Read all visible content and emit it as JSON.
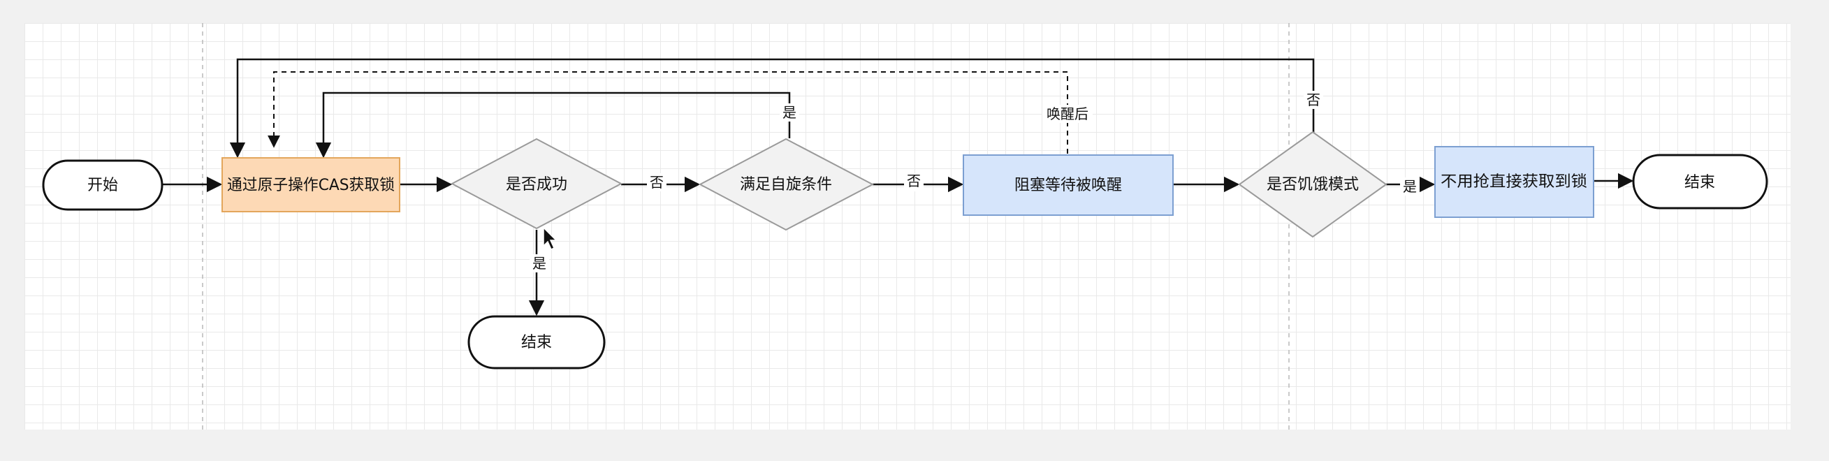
{
  "nodes": {
    "start": "开始",
    "cas": "通过原子操作CAS获取锁",
    "success": "是否成功",
    "end_mid": "结束",
    "spin": "满足自旋条件",
    "block": "阻塞等待被唤醒",
    "fair": "是否饥饿模式",
    "direct": "不用抢直接获取到锁",
    "end": "结束"
  },
  "edges": {
    "success_yes": "是",
    "success_no": "否",
    "spin_yes": "是",
    "spin_no": "否",
    "wake": "唤醒后",
    "fair_no": "否",
    "fair_yes": "是"
  },
  "colors": {
    "orange_fill": "#fdd9b5",
    "orange_stroke": "#e3a65c",
    "blue_fill": "#d6e5fb",
    "blue_stroke": "#7c9fd1",
    "diamond_fill": "#f2f2f2",
    "diamond_stroke": "#9a9a9a"
  }
}
